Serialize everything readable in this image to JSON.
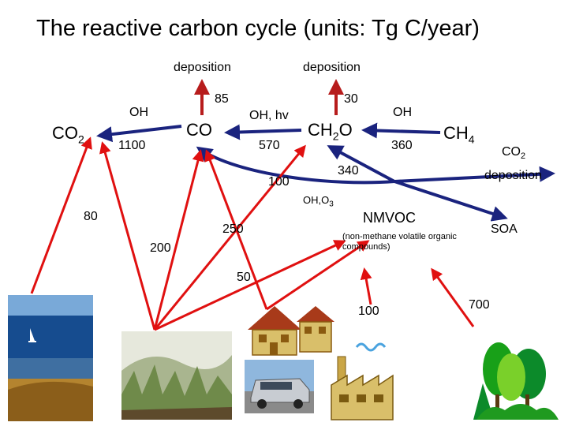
{
  "title": "The reactive carbon cycle (units: Tg C/year)",
  "labels": {
    "deposition_left": "deposition",
    "deposition_right": "deposition",
    "oh_left": "OH",
    "oh_hv": "OH, hv",
    "oh_right": "OH",
    "oh_o3": "OH,O",
    "oh_o3_sub": "3",
    "co2_deposition_top": "CO",
    "co2_deposition_sub": "2",
    "co2_deposition_bottom": "deposition"
  },
  "species": {
    "co2": "CO",
    "co2_sub": "2",
    "co": "CO",
    "ch2o_a": "CH",
    "ch2o_sub": "2",
    "ch2o_b": "O",
    "ch4": "CH",
    "ch4_sub": "4",
    "nmvoc": "NMVOC",
    "nmvoc_desc": "(non-methane volatile organic compounds)",
    "soa": "SOA"
  },
  "flux_values": {
    "co_deposition": "85",
    "ch2o_deposition": "30",
    "co_to_co2": "1100",
    "ch2o_to_co": "570",
    "ch4_to_ch2o": "360",
    "nmvoc_to_ch2o": "340",
    "nmvoc_to_co": "100",
    "ocean": "80",
    "vegetation_fire": "200",
    "fire_direct": "250",
    "vehicles": "50",
    "industry": "100",
    "biogenic": "700"
  },
  "icons": [
    "ocean-image",
    "grassland-fire-image",
    "vehicle-image",
    "houses-icon",
    "factory-icon",
    "forest-icon"
  ],
  "colors": {
    "oxidation_arrows": "#1a237e",
    "emission_arrows": "#e01010",
    "deposition_arrows": "#b71c1c",
    "text": "#000000"
  }
}
